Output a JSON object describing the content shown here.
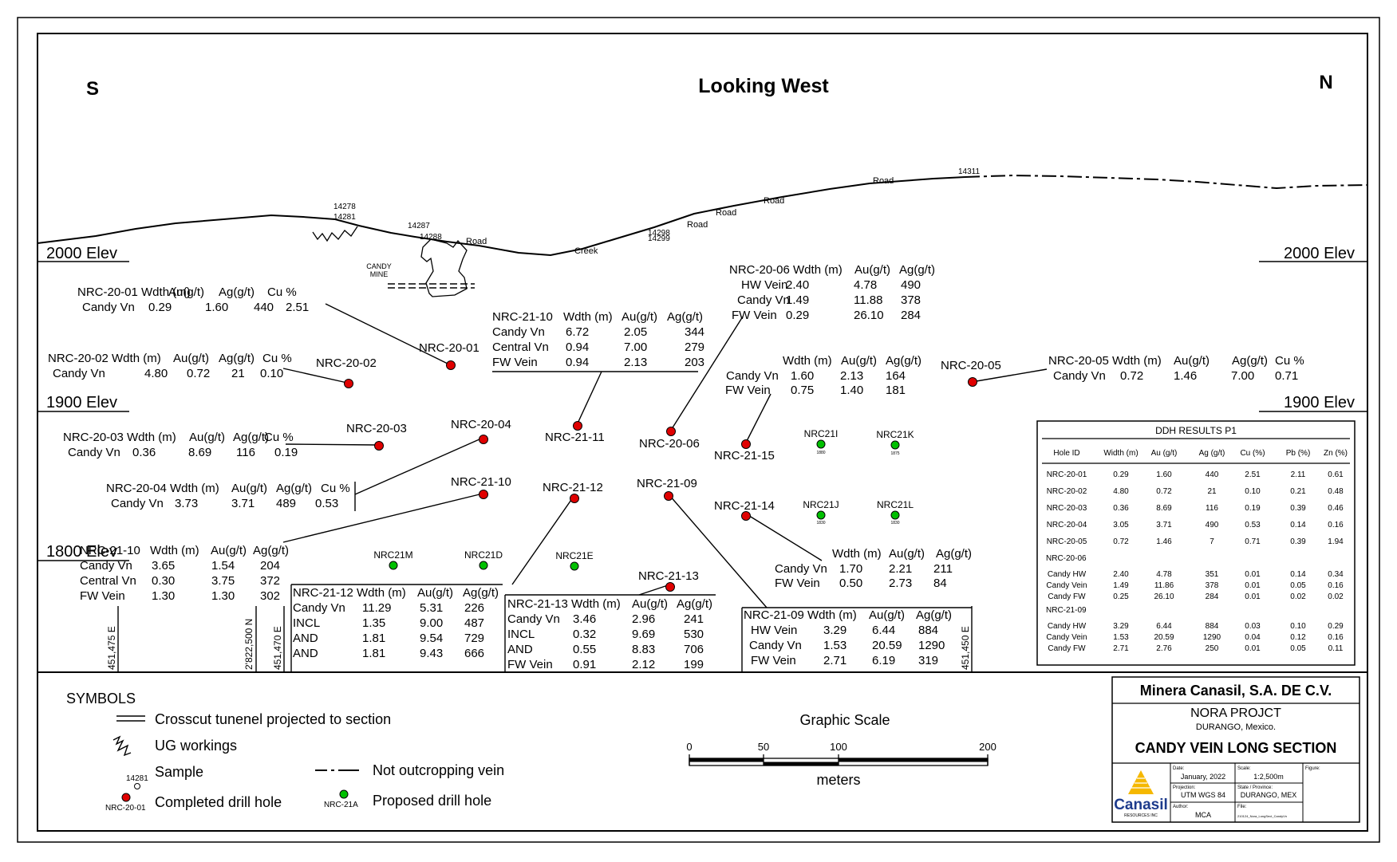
{
  "header": {
    "title": "Looking West",
    "left_direction": "S",
    "right_direction": "N"
  },
  "elevations": {
    "e2000_left": "2000 Elev",
    "e2000_right": "2000 Elev",
    "e1900_left": "1900 Elev",
    "e1900_right": "1900 Elev",
    "e1800_left": "1800 Elev"
  },
  "terrain": {
    "sample_14278": "14278",
    "sample_14281": "14281",
    "sample_14287": "14287",
    "sample_14288": "14288",
    "sample_14298": "14298",
    "sample_14299": "14299",
    "sample_14311": "14311",
    "road_1": "Road",
    "road_2": "Road",
    "road_3": "Road",
    "road_4": "Road",
    "road_5": "Road",
    "creek": "Creek",
    "mine_1": "CANDY",
    "mine_2": "MINE"
  },
  "holes": {
    "nrc2001": "NRC-20-01",
    "nrc2002": "NRC-20-02",
    "nrc2003": "NRC-20-03",
    "nrc2004": "NRC-20-04",
    "nrc2005": "NRC-20-05",
    "nrc2006": "NRC-20-06",
    "nrc2110": "NRC-21-10",
    "nrc2111": "NRC-21-11",
    "nrc2112": "NRC-21-12",
    "nrc2109": "NRC-21-09",
    "nrc2115": "NRC-21-15",
    "nrc2114": "NRC-21-14",
    "nrc2113": "NRC-21-13",
    "nrc21i": "NRC21I",
    "nrc21k": "NRC21K",
    "nrc21j": "NRC21J",
    "nrc21l": "NRC21L",
    "nrc21m": "NRC21M",
    "nrc21d": "NRC21D",
    "nrc21e": "NRC21E",
    "elev_21i": "1880",
    "elev_21k": "1875",
    "elev_21j": "1830",
    "elev_21l": "1830"
  },
  "hole_results": {
    "nrc2001": {
      "hdr": [
        "NRC-20-01 Wdth (m)",
        "Au(g/t)",
        "Ag(g/t)",
        "Cu %"
      ],
      "rows": [
        [
          "Candy Vn",
          "0.29",
          "1.60",
          "440",
          "2.51"
        ]
      ]
    },
    "nrc2002": {
      "hdr": [
        "NRC-20-02 Wdth (m)",
        "Au(g/t)",
        "Ag(g/t)",
        "Cu %"
      ],
      "rows": [
        [
          "Candy Vn",
          "4.80",
          "0.72",
          "21",
          "0.10"
        ]
      ]
    },
    "nrc2003": {
      "hdr": [
        "NRC-20-03 Wdth (m)",
        "Au(g/t)",
        "Ag(g/t)",
        "Cu %"
      ],
      "rows": [
        [
          "Candy Vn",
          "0.36",
          "8.69",
          "116",
          "0.19"
        ]
      ]
    },
    "nrc2004": {
      "hdr": [
        "NRC-20-04 Wdth (m)",
        "Au(g/t)",
        "Ag(g/t)",
        "Cu %"
      ],
      "rows": [
        [
          "Candy Vn",
          "3.73",
          "3.71",
          "489",
          "0.53"
        ]
      ]
    },
    "nrc2005": {
      "hdr": [
        "NRC-20-05 Wdth (m)",
        "Au(g/t)",
        "Ag(g/t)",
        "Cu %"
      ],
      "rows": [
        [
          "Candy Vn",
          "0.72",
          "1.46",
          "7.00",
          "0.71"
        ]
      ]
    },
    "nrc2006": {
      "hdr": [
        "NRC-20-06 Wdth (m)",
        "Au(g/t)",
        "Ag(g/t)"
      ],
      "rows": [
        [
          "HW Vein",
          "2.40",
          "4.78",
          "490"
        ],
        [
          "Candy Vn",
          "1.49",
          "11.88",
          "378"
        ],
        [
          "FW Vein",
          "0.29",
          "26.10",
          "284"
        ]
      ]
    },
    "nrc2110a": {
      "hdr": [
        "NRC-21-10",
        "Wdth (m)",
        "Au(g/t)",
        "Ag(g/t)"
      ],
      "rows": [
        [
          "Candy Vn",
          "6.72",
          "2.05",
          "344"
        ],
        [
          "Central Vn",
          "0.94",
          "7.00",
          "279"
        ],
        [
          "FW Vein",
          "0.94",
          "2.13",
          "203"
        ]
      ]
    },
    "nrc2115": {
      "hdr": [
        "Wdth (m)",
        "Au(g/t)",
        "Ag(g/t)"
      ],
      "rows": [
        [
          "Candy Vn",
          "1.60",
          "2.13",
          "164"
        ],
        [
          "FW Vein",
          "0.75",
          "1.40",
          "181"
        ]
      ]
    },
    "nrc2110b": {
      "hdr": [
        "NRC-21-10",
        "Wdth (m)",
        "Au(g/t)",
        "Ag(g/t)"
      ],
      "rows": [
        [
          "Candy Vn",
          "3.65",
          "1.54",
          "204"
        ],
        [
          "Central Vn",
          "0.30",
          "3.75",
          "372"
        ],
        [
          "FW Vein",
          "1.30",
          "1.30",
          "302"
        ]
      ]
    },
    "nrc2112": {
      "hdr": [
        "NRC-21-12 Wdth (m)",
        "Au(g/t)",
        "Ag(g/t)"
      ],
      "rows": [
        [
          "Candy Vn",
          "11.29",
          "5.31",
          "226"
        ],
        [
          "INCL",
          "1.35",
          "9.00",
          "487"
        ],
        [
          "AND",
          "1.81",
          "9.54",
          "729"
        ],
        [
          "AND",
          "1.81",
          "9.43",
          "666"
        ]
      ]
    },
    "nrc2113": {
      "hdr": [
        "NRC-21-13 Wdth (m)",
        "Au(g/t)",
        "Ag(g/t)"
      ],
      "rows": [
        [
          "Candy Vn",
          "3.46",
          "2.96",
          "241"
        ],
        [
          "INCL",
          "0.32",
          "9.69",
          "530"
        ],
        [
          "AND",
          "0.55",
          "8.83",
          "706"
        ],
        [
          "FW Vein",
          "0.91",
          "2.12",
          "199"
        ]
      ]
    },
    "nrc2109": {
      "hdr": [
        "NRC-21-09 Wdth (m)",
        "Au(g/t)",
        "Ag(g/t)"
      ],
      "rows": [
        [
          "HW Vein",
          "3.29",
          "6.44",
          "884"
        ],
        [
          "Candy Vn",
          "1.53",
          "20.59",
          "1290"
        ],
        [
          "FW Vein",
          "2.71",
          "6.19",
          "319"
        ]
      ]
    },
    "nrc2114": {
      "hdr": [
        "Wdth (m)",
        "Au(g/t)",
        "Ag(g/t)"
      ],
      "rows": [
        [
          "Candy Vn",
          "1.70",
          "2.21",
          "211"
        ],
        [
          "FW Vein",
          "0.50",
          "2.73",
          "84"
        ]
      ]
    }
  },
  "grid_lines": {
    "g451475": "451,475 E",
    "g2822500": "2'822,500 N",
    "g451470": "451,470 E",
    "g451450": "451,450 E"
  },
  "ddh_table": {
    "title": "DDH RESULTS P1",
    "headers": [
      "Hole ID",
      "Width (m)",
      "Au (g/t)",
      "Ag (g/t)",
      "Cu (%)",
      "Pb (%)",
      "Zn (%)"
    ],
    "rows": [
      [
        "NRC-20-01",
        "0.29",
        "1.60",
        "440",
        "2.51",
        "2.11",
        "0.61"
      ],
      [
        "NRC-20-02",
        "4.80",
        "0.72",
        "21",
        "0.10",
        "0.21",
        "0.48"
      ],
      [
        "NRC-20-03",
        "0.36",
        "8.69",
        "116",
        "0.19",
        "0.39",
        "0.46"
      ],
      [
        "NRC-20-04",
        "3.05",
        "3.71",
        "490",
        "0.53",
        "0.14",
        "0.16"
      ],
      [
        "NRC-20-05",
        "0.72",
        "1.46",
        "7",
        "0.71",
        "0.39",
        "1.94"
      ],
      [
        "NRC-20-06",
        "",
        "",
        "",
        "",
        "",
        ""
      ],
      [
        "Candy HW",
        "2.40",
        "4.78",
        "351",
        "0.01",
        "0.14",
        "0.34"
      ],
      [
        "Candy Vein",
        "1.49",
        "11.86",
        "378",
        "0.01",
        "0.05",
        "0.16"
      ],
      [
        "Candy FW",
        "0.25",
        "26.10",
        "284",
        "0.01",
        "0.02",
        "0.02"
      ],
      [
        "NRC-21-09",
        "",
        "",
        "",
        "",
        "",
        ""
      ],
      [
        "Candy HW",
        "3.29",
        "6.44",
        "884",
        "0.03",
        "0.10",
        "0.29"
      ],
      [
        "Candy Vein",
        "1.53",
        "20.59",
        "1290",
        "0.04",
        "0.12",
        "0.16"
      ],
      [
        "Candy FW",
        "2.71",
        "2.76",
        "250",
        "0.01",
        "0.05",
        "0.11"
      ]
    ]
  },
  "legend": {
    "title": "SYMBOLS",
    "crosscut": "Crosscut tunenel projected to section",
    "ug": "UG workings",
    "sample": "Sample",
    "sample_id": "14281",
    "notout": "Not outcropping vein",
    "completed": "Completed drill hole",
    "completed_id": "NRC-20-01",
    "proposed": "Proposed drill hole",
    "proposed_id": "NRC-21A"
  },
  "scale": {
    "title": "Graphic Scale",
    "t0": "0",
    "t50": "50",
    "t100": "100",
    "t200": "200",
    "unit": "meters"
  },
  "titleblock": {
    "company": "Minera Canasil, S.A. DE C.V.",
    "project": "NORA PROJCT",
    "location": "DURANGO, Mexico.",
    "section": "CANDY VEIN LONG SECTION",
    "date_label": "Date:",
    "date": "January, 2022",
    "scale_label": "Scale:",
    "scale": "1:2,500m",
    "figure_label": "Figure:",
    "projection_label": "Projection:",
    "projection": "UTM WGS 84",
    "state_label": "State / Province:",
    "state": "DURANGO, MEX",
    "author_label": "Author:",
    "author": "MCA",
    "file_label": "File:",
    "file": "210124_Nora_LongSect_CandyVn",
    "logo_text": "Canasil",
    "logo_sub": "RESOURCES INC"
  },
  "colors": {
    "completed": "#e00000",
    "proposed": "#00c000",
    "logo_gold": "#f5b800",
    "logo_blue": "#1d3b8c"
  }
}
